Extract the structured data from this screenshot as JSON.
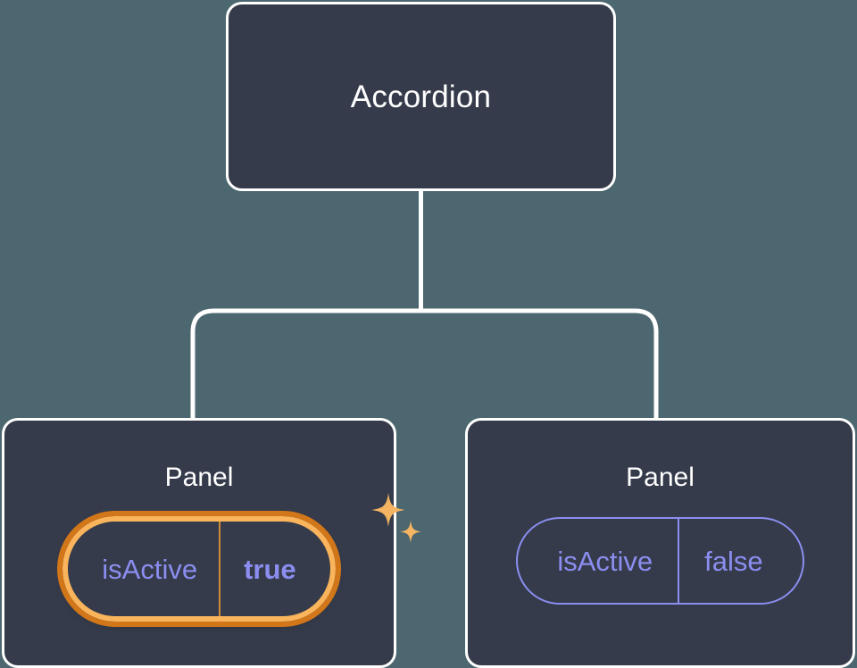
{
  "canvas": {
    "background_color": "#4c676f",
    "node_fill_color": "#353b4a",
    "node_border_color": "#ffffff",
    "connector_color": "#ffffff",
    "accent_highlight_outer": "#d2761a",
    "accent_highlight_inner": "#f9b45c",
    "prop_text_color": "#8b8ef0",
    "sparkle_color": "#f5b461"
  },
  "tree": {
    "root": {
      "title": "Accordion"
    },
    "children": [
      {
        "title": "Panel",
        "prop": {
          "key": "isActive",
          "value": "true"
        },
        "highlighted": true,
        "sparkle_icon": "sparkles-icon"
      },
      {
        "title": "Panel",
        "prop": {
          "key": "isActive",
          "value": "false"
        },
        "highlighted": false
      }
    ]
  }
}
